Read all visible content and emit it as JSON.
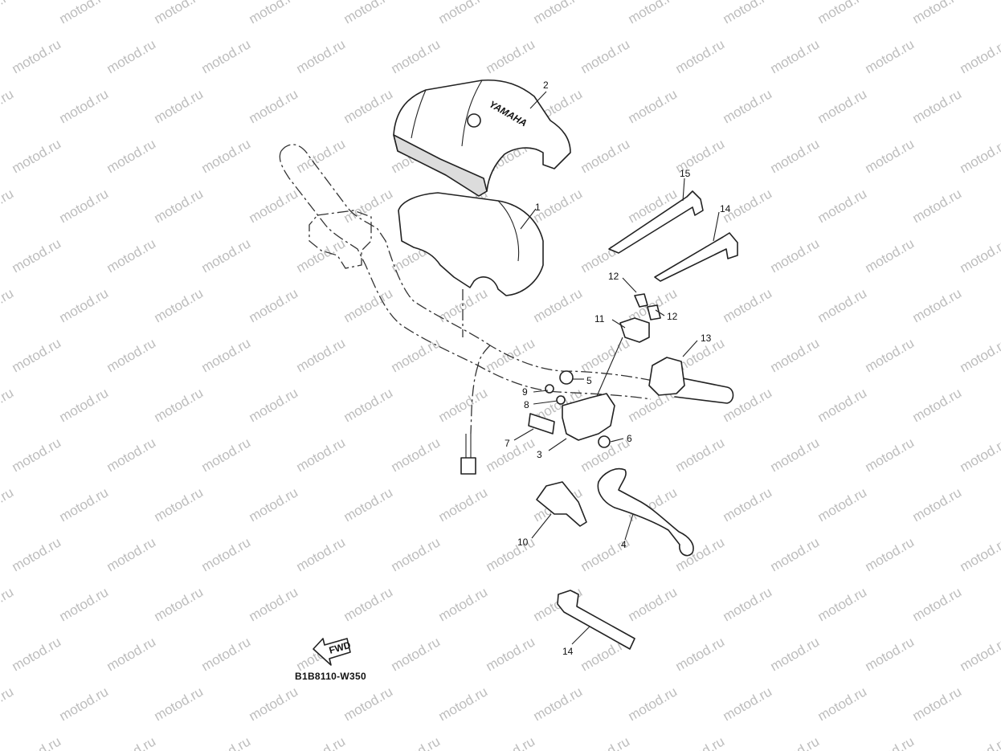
{
  "watermark": "motod.ru",
  "diagram_code": "B1B8110-W350",
  "fwd_label": "FWD",
  "brand_mark": "YAMAHA",
  "callouts": [
    {
      "id": "part-1",
      "label": "1"
    },
    {
      "id": "part-2",
      "label": "2"
    },
    {
      "id": "part-3",
      "label": "3"
    },
    {
      "id": "part-4",
      "label": "4"
    },
    {
      "id": "part-5",
      "label": "5"
    },
    {
      "id": "part-6",
      "label": "6"
    },
    {
      "id": "part-7",
      "label": "7"
    },
    {
      "id": "part-8",
      "label": "8"
    },
    {
      "id": "part-9",
      "label": "9"
    },
    {
      "id": "part-10",
      "label": "10"
    },
    {
      "id": "part-11",
      "label": "11"
    },
    {
      "id": "part-12a",
      "label": "12"
    },
    {
      "id": "part-12b",
      "label": "12"
    },
    {
      "id": "part-13",
      "label": "13"
    },
    {
      "id": "part-14a",
      "label": "14"
    },
    {
      "id": "part-14b",
      "label": "14"
    },
    {
      "id": "part-15",
      "label": "15"
    }
  ],
  "colors": {
    "line": "#222222",
    "watermark": "#bdbdbd",
    "background": "#ffffff"
  }
}
